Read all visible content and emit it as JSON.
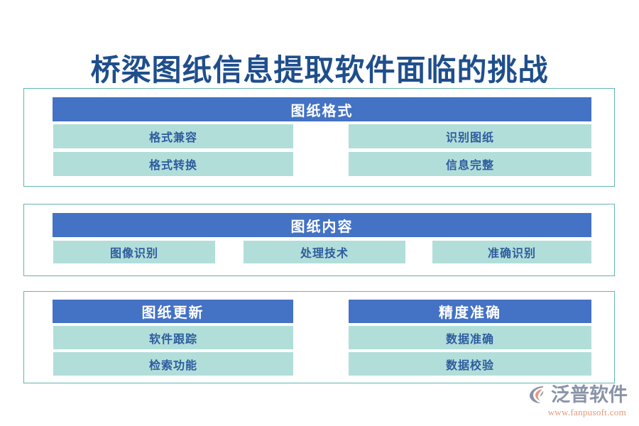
{
  "page": {
    "title": "桥梁图纸信息提取软件面临的挑战",
    "background_color": "#FFFFFF",
    "title_color": "#1F4E8C",
    "header_color": "#4472C4",
    "item_color": "#B2DEDA",
    "item_text_color": "#2E5C9E",
    "border_color": "#63B5B0"
  },
  "sections": [
    {
      "header": "图纸格式",
      "columns": [
        {
          "items": [
            "格式兼容",
            "格式转换"
          ]
        },
        {
          "items": [
            "识别图纸",
            "信息完整"
          ]
        }
      ]
    },
    {
      "header": "图纸内容",
      "columns": [
        {
          "items": [
            "图像识别"
          ]
        },
        {
          "items": [
            "处理技术"
          ]
        },
        {
          "items": [
            "准确识别"
          ]
        }
      ]
    },
    {
      "groups": [
        {
          "header": "图纸更新",
          "items": [
            "软件跟踪",
            "检索功能"
          ]
        },
        {
          "header": "精度准确",
          "items": [
            "数据准确",
            "数据校验"
          ]
        }
      ]
    }
  ],
  "logo": {
    "name": "泛普软件",
    "url": "www.fanpusoft.com",
    "mark_color": "#8A94A8",
    "accent_color": "#E8957A"
  }
}
